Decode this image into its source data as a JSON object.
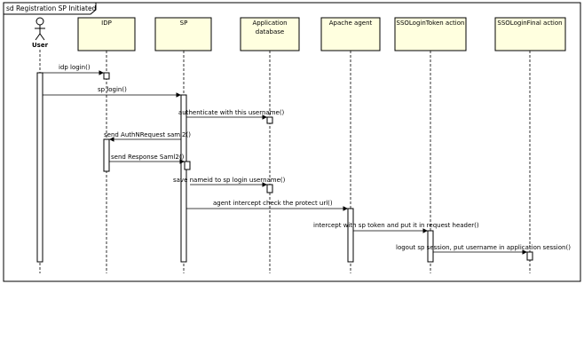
{
  "frame": {
    "title": "sd Registration SP Initiated"
  },
  "lifelines": [
    {
      "id": "user",
      "label": "User",
      "kind": "actor"
    },
    {
      "id": "idp",
      "label": "IDP",
      "kind": "object"
    },
    {
      "id": "sp",
      "label": "SP",
      "kind": "object"
    },
    {
      "id": "appdb",
      "label": "Application database",
      "kind": "object"
    },
    {
      "id": "apache",
      "label": "Apache agent",
      "kind": "object"
    },
    {
      "id": "ssotoken",
      "label": "SSOLoginToken action",
      "kind": "object"
    },
    {
      "id": "ssofinal",
      "label": "SSOLoginFinal action",
      "kind": "object"
    }
  ],
  "messages": [
    {
      "label": "idp login()",
      "from": "user",
      "to": "idp"
    },
    {
      "label": "sp login()",
      "from": "user",
      "to": "sp"
    },
    {
      "label": "authenticate with this username()",
      "from": "sp",
      "to": "appdb"
    },
    {
      "label": "send AuthNRequest saml2()",
      "from": "sp",
      "to": "idp"
    },
    {
      "label": "send Response Saml2()",
      "from": "idp",
      "to": "sp"
    },
    {
      "label": "save nameid to sp login username()",
      "from": "sp",
      "to": "appdb"
    },
    {
      "label": "agent intercept check the protect url()",
      "from": "sp",
      "to": "apache"
    },
    {
      "label": "intercept with sp token and put it in request header()",
      "from": "apache",
      "to": "ssotoken"
    },
    {
      "label": "logout sp session, put username in application session()",
      "from": "ssotoken",
      "to": "ssofinal"
    }
  ],
  "colors": {
    "lifeline_head_fill": "#ffffdf",
    "activation_fill": "#ffffff",
    "frame_stroke": "#000000",
    "line_stroke": "#000000"
  }
}
